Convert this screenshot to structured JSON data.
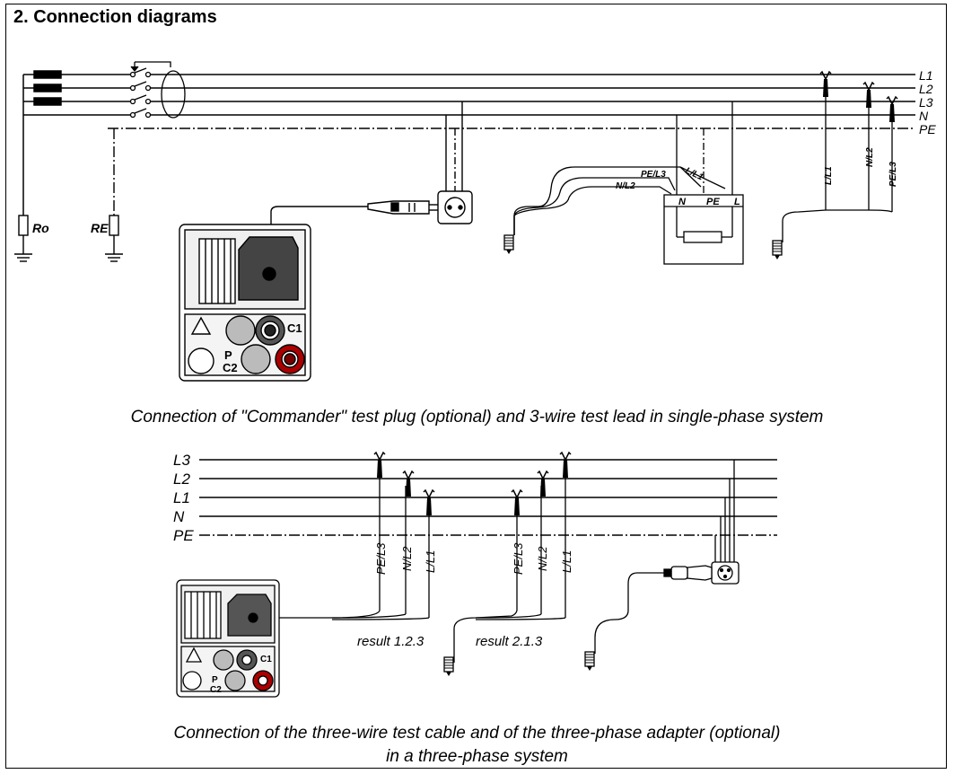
{
  "title": "2. Connection diagrams",
  "diagram1": {
    "lines": [
      "L1",
      "L2",
      "L3",
      "N",
      "PE"
    ],
    "ro_label": "Ro",
    "re_label": "RE",
    "leads": [
      "N/L2",
      "PE/L3",
      "L/L1"
    ],
    "box_terminals": [
      "N",
      "PE",
      "L"
    ],
    "clip_labels": [
      "L/L1",
      "N/L2",
      "PE/L3"
    ],
    "meter": {
      "c1": "C1",
      "p": "P",
      "c2": "C2"
    },
    "caption": "Connection of \"Commander\" test plug (optional) and 3-wire test lead in single-phase system"
  },
  "diagram2": {
    "lines": [
      "L3",
      "L2",
      "L1",
      "N",
      "PE"
    ],
    "group1_labels": [
      "PE/L3",
      "N/L2",
      "L/L1"
    ],
    "group2_labels": [
      "PE/L3",
      "N/L2",
      "L/L1"
    ],
    "result1": "result 1.2.3",
    "result2": "result 2.1.3",
    "meter": {
      "c1": "C1",
      "p": "P",
      "c2": "C2"
    },
    "caption_line1": "Connection of the three-wire test cable and of the three-phase adapter (optional)",
    "caption_line2": "in a three-phase system"
  }
}
